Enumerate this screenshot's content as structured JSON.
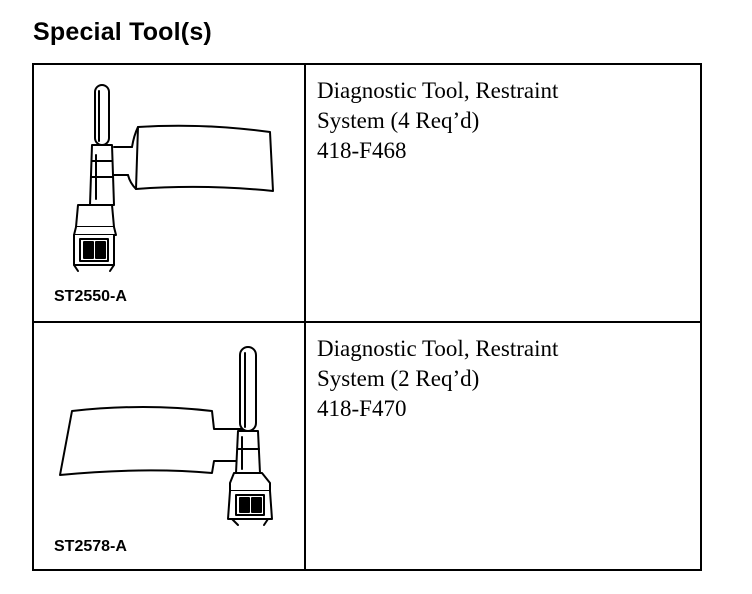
{
  "heading": "Special Tool(s)",
  "tools": [
    {
      "figure_id": "ST2550-A",
      "name_line1": "Diagnostic Tool, Restraint",
      "name_line2": "System (4 Req’d)",
      "part_number": "418-F468"
    },
    {
      "figure_id": "ST2578-A",
      "name_line1": "Diagnostic Tool, Restraint",
      "name_line2": "System (2 Req’d)",
      "part_number": "418-F470"
    }
  ]
}
